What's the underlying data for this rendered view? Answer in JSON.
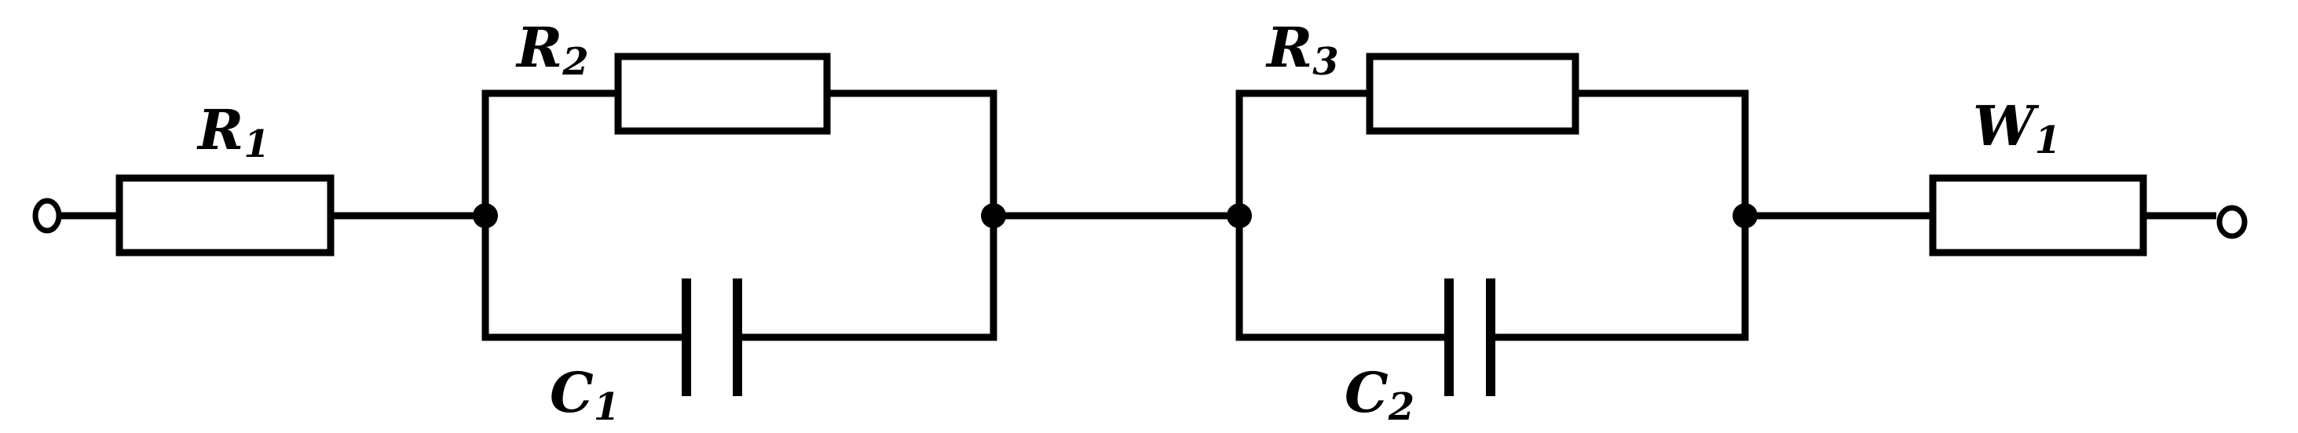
{
  "diagram": {
    "components": [
      {
        "id": "R1",
        "type": "resistor",
        "label_main": "R",
        "label_sub": "1"
      },
      {
        "id": "R2",
        "type": "resistor",
        "label_main": "R",
        "label_sub": "2"
      },
      {
        "id": "C1",
        "type": "capacitor",
        "label_main": "C",
        "label_sub": "1"
      },
      {
        "id": "R3",
        "type": "resistor",
        "label_main": "R",
        "label_sub": "3"
      },
      {
        "id": "C2",
        "type": "capacitor",
        "label_main": "C",
        "label_sub": "2"
      },
      {
        "id": "W1",
        "type": "warburg-element",
        "label_main": "W",
        "label_sub": "1"
      }
    ],
    "connections": [
      "terminal-in — R1 — (R2 ∥ C1) — (R3 ∥ C2) — W1 — terminal-out"
    ],
    "colors": {
      "stroke": "#000000",
      "background": "#ffffff"
    }
  }
}
